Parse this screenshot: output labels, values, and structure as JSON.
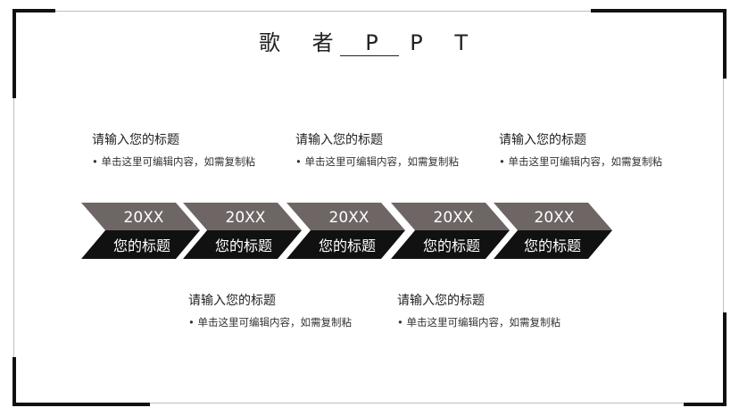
{
  "title": "歌 者 P P T",
  "top_blocks": [
    {
      "heading": "请输入您的标题",
      "bullet": "单击这里可编辑内容，如需复制粘"
    },
    {
      "heading": "请输入您的标题",
      "bullet": "单击这里可编辑内容，如需复制粘"
    },
    {
      "heading": "请输入您的标题",
      "bullet": "单击这里可编辑内容，如需复制粘"
    }
  ],
  "bottom_blocks": [
    {
      "heading": "请输入您的标题",
      "bullet": "单击这里可编辑内容，如需复制粘"
    },
    {
      "heading": "请输入您的标题",
      "bullet": "单击这里可编辑内容，如需复制粘"
    }
  ],
  "timeline": [
    {
      "year": "20XX",
      "label": "您的标题"
    },
    {
      "year": "20XX",
      "label": "您的标题"
    },
    {
      "year": "20XX",
      "label": "您的标题"
    },
    {
      "year": "20XX",
      "label": "您的标题"
    },
    {
      "year": "20XX",
      "label": "您的标题"
    }
  ],
  "colors": {
    "top_band": "#6e6665",
    "bottom_band": "#111111",
    "frame": "#bfbfbf",
    "corner": "#111111"
  }
}
